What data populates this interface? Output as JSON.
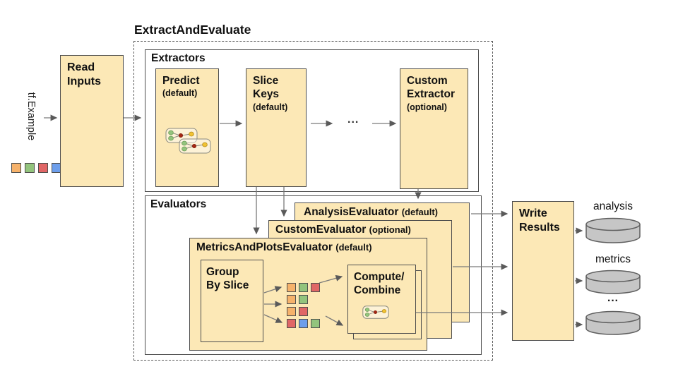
{
  "diagram_title": "ExtractAndEvaluate",
  "input": {
    "label": "tf.Example",
    "squares": [
      "orange",
      "green",
      "red",
      "blue"
    ]
  },
  "palette": {
    "orange": "#F6B26B",
    "green": "#93C47D",
    "red": "#E06666",
    "blue": "#6D9EEB"
  },
  "colors": {
    "node_fill": "#FCE8B6",
    "node_border": "#4d4d4d",
    "arrow": "#7a7a7a",
    "cylinder_fill": "#C6C6C6",
    "cylinder_border": "#5f5f5f"
  },
  "read_inputs": {
    "lines": [
      "Read",
      "Inputs"
    ]
  },
  "extractors": {
    "section_label": "Extractors",
    "predict": {
      "name": "Predict",
      "qualifier": "(default)"
    },
    "slice_keys": {
      "lines": [
        "Slice",
        "Keys"
      ],
      "qualifier": "(default)"
    },
    "ellipsis": "...",
    "custom_extractor": {
      "lines": [
        "Custom",
        "Extractor"
      ],
      "qualifier": "(optional)"
    }
  },
  "evaluators": {
    "section_label": "Evaluators",
    "analysis_evaluator": {
      "name": "AnalysisEvaluator",
      "qualifier": "(default)"
    },
    "custom_evaluator": {
      "name": "CustomEvaluator",
      "qualifier": "(optional)"
    },
    "metrics_and_plots_evaluator": {
      "name": "MetricsAndPlotsEvaluator",
      "qualifier": "(default)",
      "group_by_slice": {
        "lines": [
          "Group",
          "By Slice"
        ]
      },
      "slice_rows": [
        [
          "orange",
          "green",
          "red"
        ],
        [
          "orange",
          "green"
        ],
        [
          "orange",
          "red"
        ],
        [
          "red",
          "blue",
          "green"
        ]
      ],
      "compute_combine": {
        "lines": [
          "Compute/",
          "Combine"
        ]
      }
    }
  },
  "write_results": {
    "lines": [
      "Write",
      "Results"
    ]
  },
  "outputs": [
    {
      "label": "analysis"
    },
    {
      "label": "metrics"
    },
    {
      "label": "..."
    }
  ]
}
